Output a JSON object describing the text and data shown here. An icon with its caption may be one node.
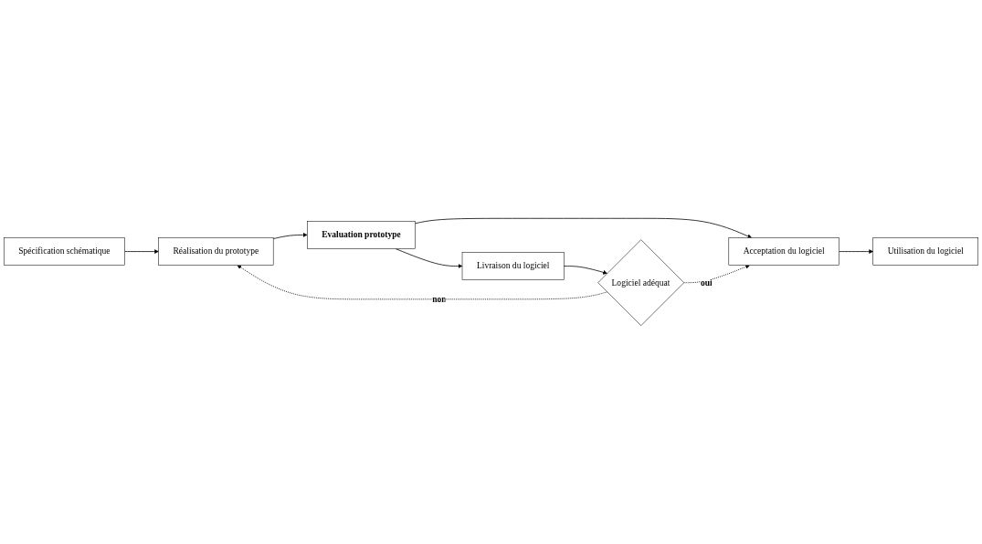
{
  "diagram": {
    "nodes": [
      {
        "text": [
          "Spécification schématique"
        ]
      },
      {
        "text": [
          "Réalisation du prototype"
        ]
      },
      {
        "text": [
          "Evaluation prototype"
        ]
      },
      {
        "text": [
          "Acceptation du logiciel"
        ]
      },
      {
        "text": [
          "Utilisation du logiciel"
        ]
      },
      {
        "text": [
          "Livraison du logiciel"
        ]
      },
      {
        "text": [
          "Logiciel adéquat"
        ]
      }
    ],
    "edges": [
      {
        "from": 0,
        "to": 1,
        "arrow": "to"
      },
      {
        "from": 1,
        "to": 2,
        "arrow": "to"
      },
      {
        "from": 2,
        "to": 3,
        "arrow": "to"
      },
      {
        "from": 2,
        "to": 5,
        "arrow": "to"
      },
      {
        "from": 3,
        "to": 4,
        "arrow": "to"
      },
      {
        "from": 5,
        "to": 6,
        "arrow": "to"
      },
      {
        "from": 6,
        "to": 1,
        "arrow": "to",
        "label": "non",
        "style": "dashed"
      },
      {
        "from": 6,
        "to": 3,
        "arrow": "to",
        "label": "oui",
        "style": "dashed"
      }
    ]
  }
}
